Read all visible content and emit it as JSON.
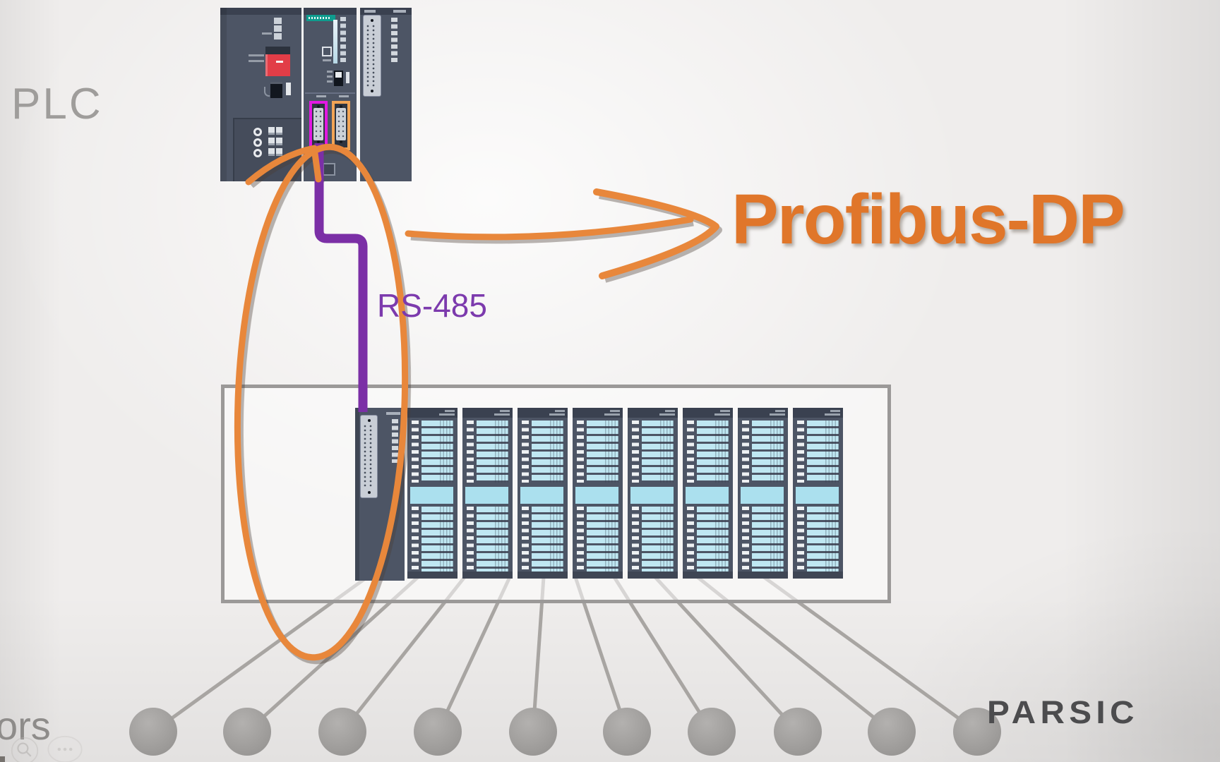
{
  "labels": {
    "plc": "PLC",
    "rs485": "RS-485",
    "profibus": "Profibus-DP",
    "sensors_partial": "ors",
    "brand": "PARSIC"
  },
  "plc": {
    "modules": [
      "power-supply",
      "cpu",
      "expansion"
    ],
    "cpu_ports": [
      "mpi-port-highlighted-magenta",
      "dp-port-highlighted-orange"
    ]
  },
  "rack": {
    "interface_module_count": 1,
    "io_module_count": 8
  },
  "sensors": {
    "count": 10
  },
  "icons": [
    "magnifier-icon",
    "more-dots-icon"
  ],
  "colors": {
    "background": "#efedec",
    "accent_orange": "#e8873b",
    "profibus_text": "#e0762a",
    "cable_purple": "#7b2fa6",
    "rs485_text": "#7c3aad",
    "module_body": "#4d5565",
    "module_dark": "#3a4150",
    "label_cyan": "#bfe7f2",
    "siemens_teal": "#0f9c8e",
    "switch_red": "#e23d47",
    "port_magenta": "#e218e2",
    "port_orange": "#f2a455",
    "rack_border": "#9b9998",
    "wire_gray": "#a8a5a2",
    "sensor_gray": "#a7a5a3",
    "text_gray": "#9f9d9b",
    "brand_gray": "#4c4c4e"
  }
}
